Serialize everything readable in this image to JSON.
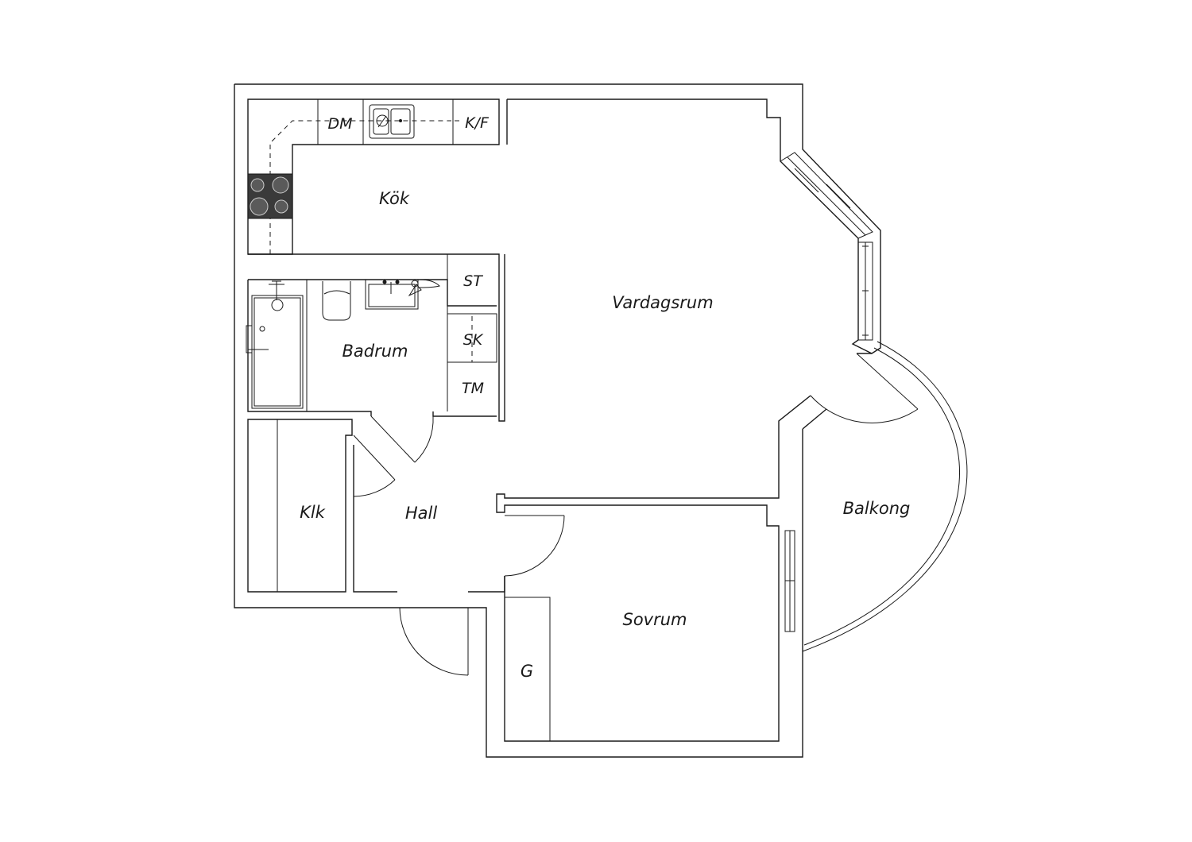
{
  "rooms": {
    "kitchen": "Kök",
    "living_room": "Vardagsrum",
    "bathroom": "Badrum",
    "hall": "Hall",
    "closet": "Klk",
    "balcony": "Balkong",
    "bedroom": "Sovrum",
    "wardrobe": "G"
  },
  "fixtures": {
    "dishwasher": "DM",
    "fridge_freezer": "K/F",
    "storage_cabinet": "ST",
    "cleaning_cabinet": "SK",
    "washing_machine": "TM"
  },
  "colors": {
    "line": "#1a1a1a",
    "stove": "#3a3a3a",
    "background": "#ffffff"
  }
}
